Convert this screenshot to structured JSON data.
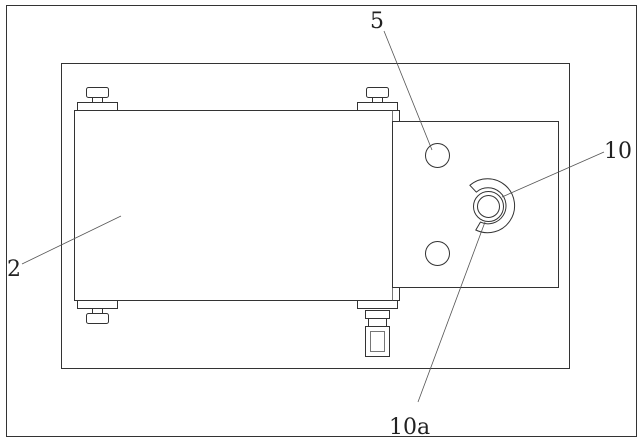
{
  "labels": {
    "housing": "2",
    "hole": "5",
    "clip": "10",
    "clip_inner": "10a"
  }
}
